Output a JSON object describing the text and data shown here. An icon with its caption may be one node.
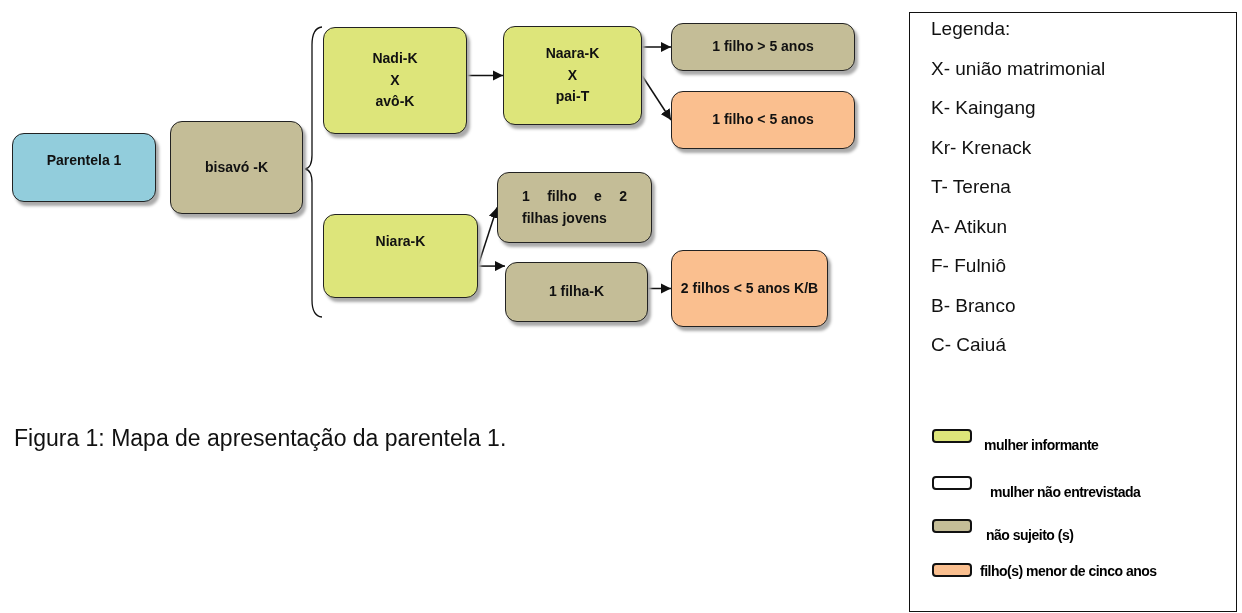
{
  "diagram": {
    "caption": "Figura 1: Mapa de apresentação da parentela 1.",
    "nodes": [
      {
        "text": [
          "Parentela 1"
        ]
      },
      {
        "text": [
          "bisavó -K"
        ]
      },
      {
        "text": [
          "Nadi-K X avô-K"
        ]
      },
      {
        "text": [
          "Naara-K X pai-T"
        ]
      },
      {
        "text": [
          "1 filho > 5 anos"
        ]
      },
      {
        "text": [
          "1 filho < 5 anos"
        ]
      },
      {
        "text": [
          "1 filho e 2 filhas jovens"
        ]
      },
      {
        "text": [
          "Niara-K"
        ]
      },
      {
        "text": [
          "1 filha-K"
        ]
      },
      {
        "text": [
          "2 filhos < 5 anos K/B"
        ]
      }
    ],
    "edges": [
      {
        "from": 2,
        "to": 3,
        "arrow": "to"
      },
      {
        "from": 3,
        "to": 4,
        "arrow": "to"
      },
      {
        "from": 3,
        "to": 5,
        "arrow": "to"
      },
      {
        "from": 7,
        "to": 6,
        "arrow": "to"
      },
      {
        "from": 7,
        "to": 8,
        "arrow": "to"
      },
      {
        "from": 8,
        "to": 9,
        "arrow": "to"
      }
    ],
    "labels": [
      "Legenda:",
      "X- união matrimonial",
      "K- Kaingang",
      "Kr- Krenack",
      "T- Terena",
      "A- Atikun",
      "F- Fulniô",
      "B- Branco",
      "C- Caiuá"
    ],
    "legend": [
      {
        "text": "mulher informante",
        "color": "#dde57a"
      },
      {
        "text": "mulher não entrevistada",
        "color": "#ffffff"
      },
      {
        "text": "não sujeito (s)",
        "color": "#c4bd97"
      },
      {
        "text": "filho(s) menor de cinco anos",
        "color": "#fabf8f"
      }
    ]
  }
}
